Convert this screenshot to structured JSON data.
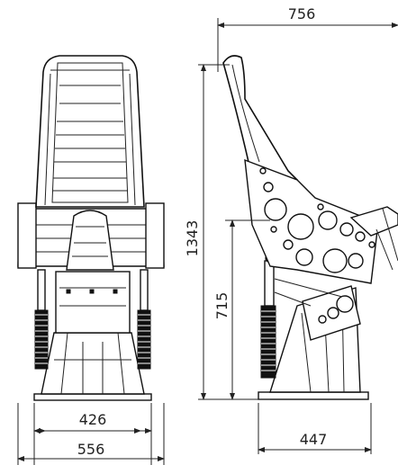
{
  "dimensions": {
    "front_inner_width": "426",
    "front_outer_width": "556",
    "side_depth_top": "756",
    "side_total_height": "1343",
    "side_seat_height": "715",
    "side_base_depth": "447"
  }
}
